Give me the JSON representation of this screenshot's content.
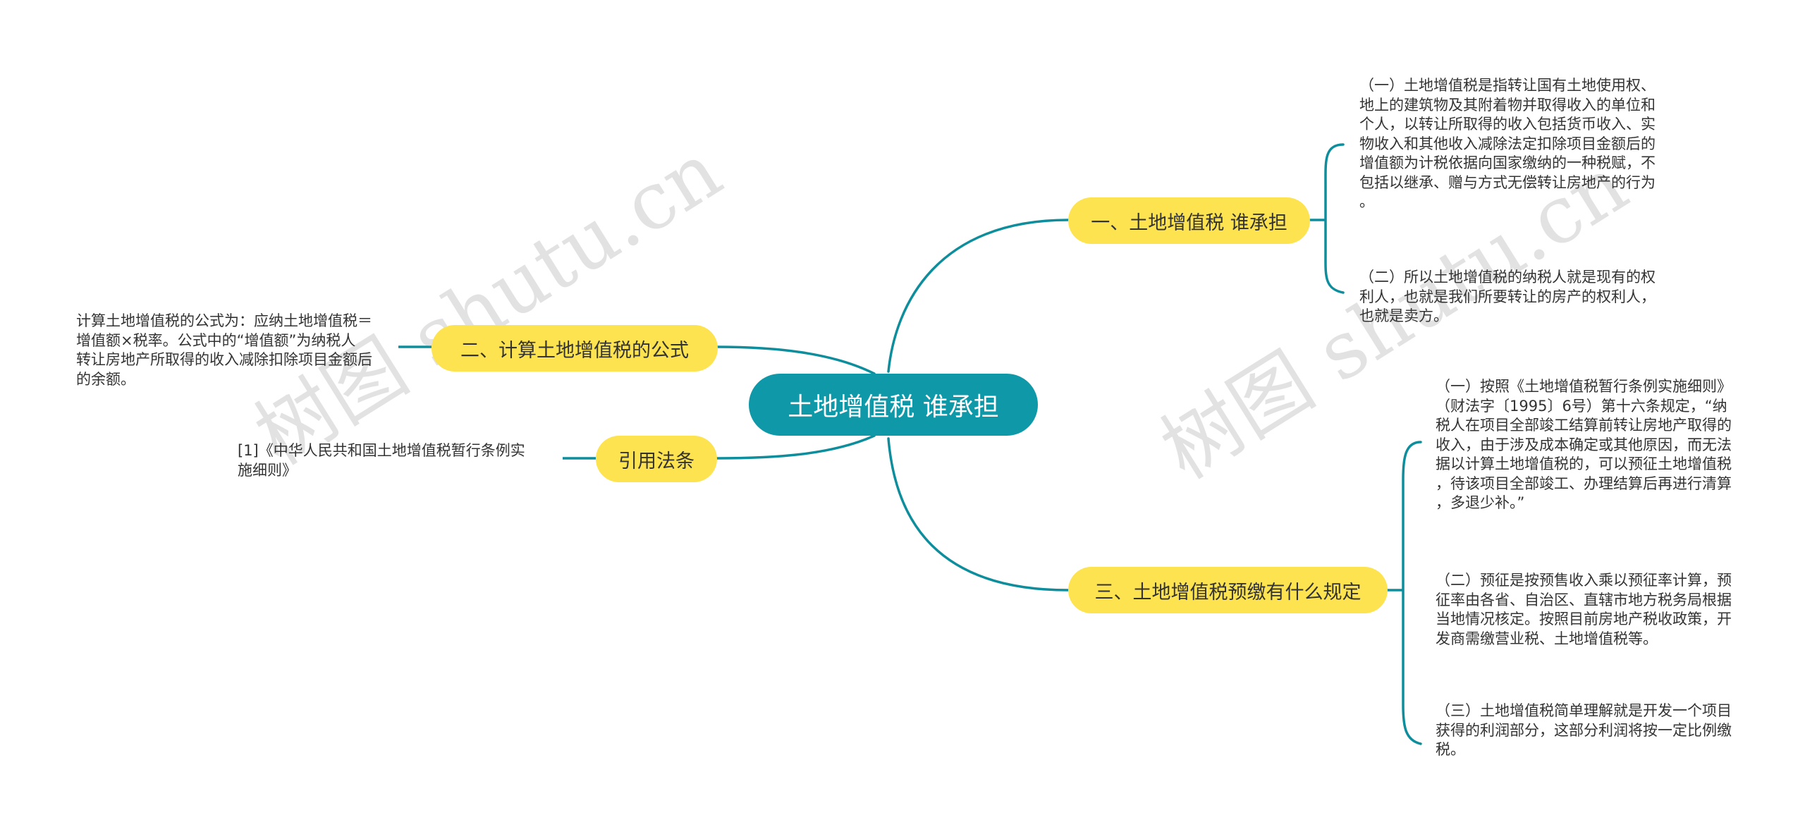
{
  "root": {
    "label": "土地增值税 谁承担"
  },
  "branches": {
    "b1": {
      "label": "一、土地增值税 谁承担",
      "leaves": [
        "（一）土地增值税是指转让国有土地使用权、\n地上的建筑物及其附着物并取得收入的单位和\n个人，以转让所取得的收入包括货币收入、实\n物收入和其他收入减除法定扣除项目金额后的\n增值额为计税依据向国家缴纳的一种税赋，不\n包括以继承、赠与方式无偿转让房地产的行为\n。",
        "（二）所以土地增值税的纳税人就是现有的权\n利人，也就是我们所要转让的房产的权利人，\n也就是卖方。"
      ]
    },
    "b2": {
      "label": "二、计算土地增值税的公式",
      "leaves": [
        "计算土地增值税的公式为：应纳土地增值税＝\n增值额×税率。公式中的“增值额”为纳税人\n转让房地产所取得的收入减除扣除项目金额后\n的余额。"
      ]
    },
    "b3": {
      "label": "引用法条",
      "leaves": [
        "[1]《中华人民共和国土地增值税暂行条例实\n施细则》"
      ]
    },
    "b4": {
      "label": "三、土地增值税预缴有什么规定",
      "leaves": [
        "（一）按照《土地增值税暂行条例实施细则》\n（财法字〔1995〕6号）第十六条规定，“纳\n税人在项目全部竣工结算前转让房地产取得的\n收入，由于涉及成本确定或其他原因，而无法\n据以计算土地增值税的，可以预征土地增值税\n，待该项目全部竣工、办理结算后再进行清算\n，多退少补。”",
        "（二）预征是按预售收入乘以预征率计算，预\n征率由各省、自治区、直辖市地方税务局根据\n当地情况核定。按照目前房地产税收政策，开\n发商需缴营业税、土地增值税等。",
        "（三）土地增值税简单理解就是开发一个项目\n获得的利润部分，这部分利润将按一定比例缴\n税。"
      ]
    }
  },
  "watermark": {
    "text": "树图 shutu.cn"
  },
  "colors": {
    "root": "#0f98a8",
    "branch": "#fde34f",
    "line": "#0e8e9c",
    "text": "#333333"
  }
}
